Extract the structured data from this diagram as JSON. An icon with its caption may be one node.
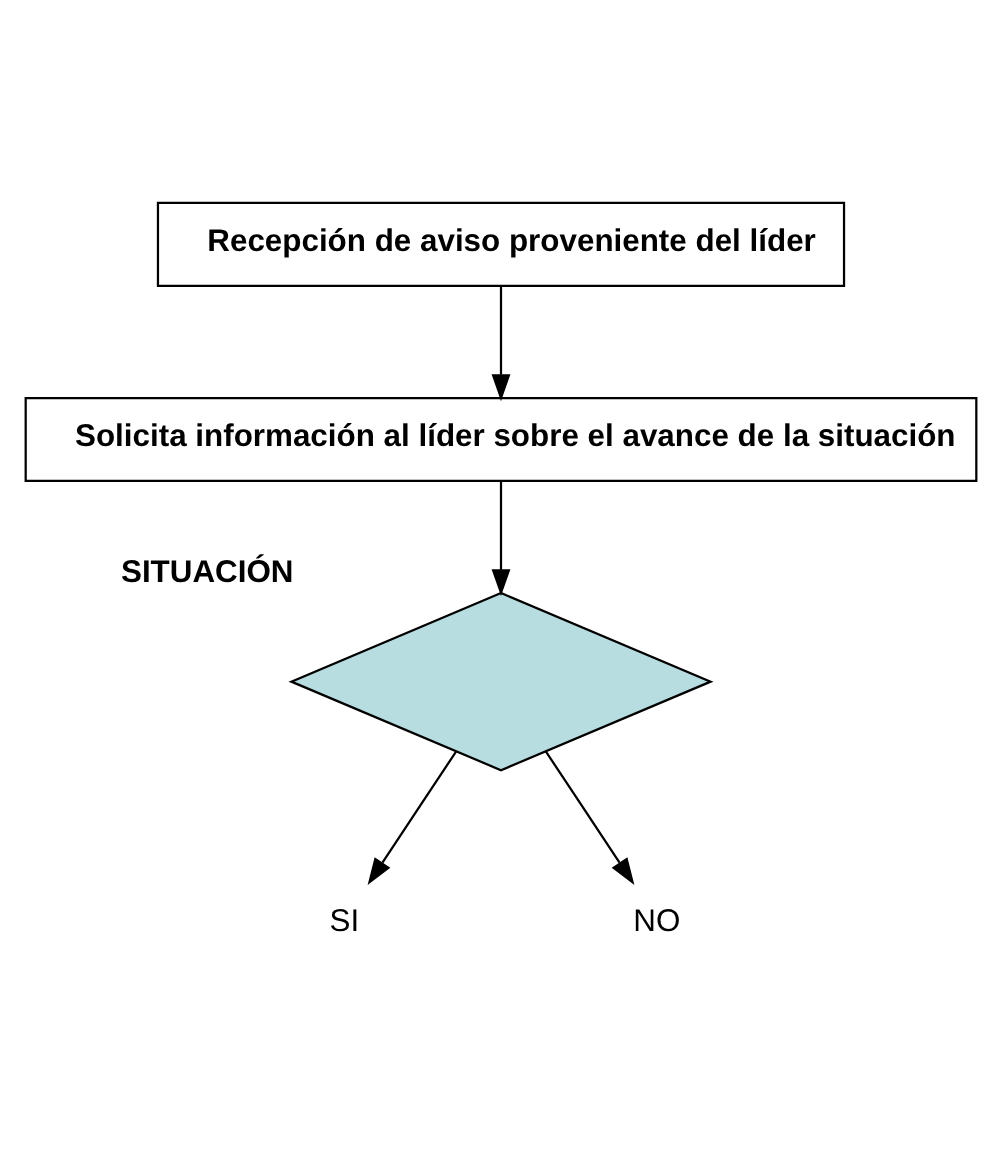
{
  "diagram": {
    "nodes": [
      {
        "text": [
          "Recepción de aviso proveniente del líder"
        ]
      },
      {
        "text": [
          "Solicita información al líder sobre el avance de la situación"
        ]
      },
      {
        "text": [],
        "shape": "diamond",
        "beside": [
          "SITUACIÓN"
        ]
      },
      {
        "text": [
          "SI"
        ]
      },
      {
        "text": [
          "NO"
        ]
      }
    ],
    "edges": [
      {
        "from": 0,
        "to": 1,
        "arrow": "to"
      },
      {
        "from": 1,
        "to": 2,
        "arrow": "to"
      },
      {
        "from": 2,
        "to": 3,
        "arrow": "to"
      },
      {
        "from": 2,
        "to": 4,
        "arrow": "to"
      }
    ]
  }
}
